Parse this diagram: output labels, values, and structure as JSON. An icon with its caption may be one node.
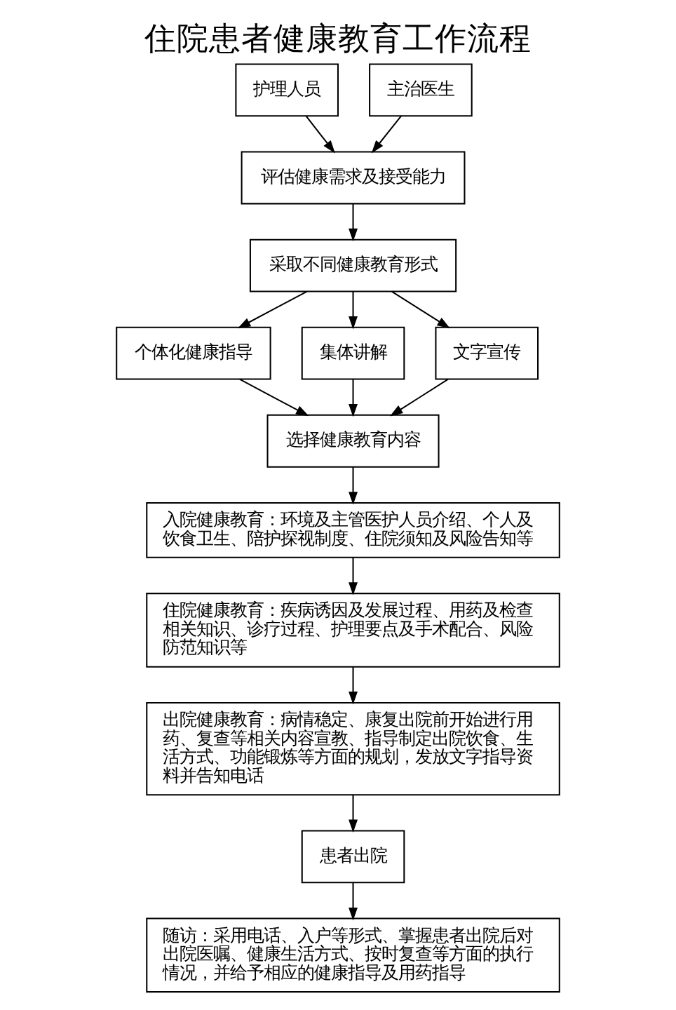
{
  "diagram": {
    "title": "住院患者健康教育工作流程",
    "nodes": [
      {
        "text": [
          "护理人员"
        ]
      },
      {
        "text": [
          "主治医生"
        ]
      },
      {
        "text": [
          "评估健康需求及接受能力"
        ]
      },
      {
        "text": [
          "采取不同健康教育形式"
        ]
      },
      {
        "text": [
          "个体化健康指导"
        ]
      },
      {
        "text": [
          "集体讲解"
        ]
      },
      {
        "text": [
          "文字宣传"
        ]
      },
      {
        "text": [
          "选择健康教育内容"
        ]
      },
      {
        "text": [
          "入院健康教育：环境及主管医护人员介绍、个人及饮食卫生、陪护探视制度、住院须知及风险告知等"
        ]
      },
      {
        "text": [
          "住院健康教育：疾病诱因及发展过程、用药及检查相关知识、诊疗过程、护理要点及手术配合、风险防范知识等"
        ]
      },
      {
        "text": [
          "出院健康教育：病情稳定、康复出院前开始进行用药、复查等相关内容宣教、指导制定出院饮食、生活方式、功能锻炼等方面的规划，发放文字指导资料并告知电话"
        ]
      },
      {
        "text": [
          "患者出院"
        ]
      },
      {
        "text": [
          "随访：采用电话、入户等形式、掌握患者出院后对出院医嘱、健康生活方式、按时复查等方面的执行情况，并给予相应的健康指导及用药指导"
        ]
      }
    ],
    "edges": [
      {
        "from": 0,
        "to": 2,
        "arrow": "to"
      },
      {
        "from": 1,
        "to": 2,
        "arrow": "to"
      },
      {
        "from": 2,
        "to": 3,
        "arrow": "to"
      },
      {
        "from": 3,
        "to": 4,
        "arrow": "to"
      },
      {
        "from": 3,
        "to": 5,
        "arrow": "to"
      },
      {
        "from": 3,
        "to": 6,
        "arrow": "to"
      },
      {
        "from": 4,
        "to": 7,
        "arrow": "to"
      },
      {
        "from": 5,
        "to": 7,
        "arrow": "to"
      },
      {
        "from": 6,
        "to": 7,
        "arrow": "to"
      },
      {
        "from": 7,
        "to": 8,
        "arrow": "to"
      },
      {
        "from": 8,
        "to": 9,
        "arrow": "to"
      },
      {
        "from": 9,
        "to": 10,
        "arrow": "to"
      },
      {
        "from": 10,
        "to": 11,
        "arrow": "to"
      },
      {
        "from": 11,
        "to": 12,
        "arrow": "to"
      }
    ]
  }
}
